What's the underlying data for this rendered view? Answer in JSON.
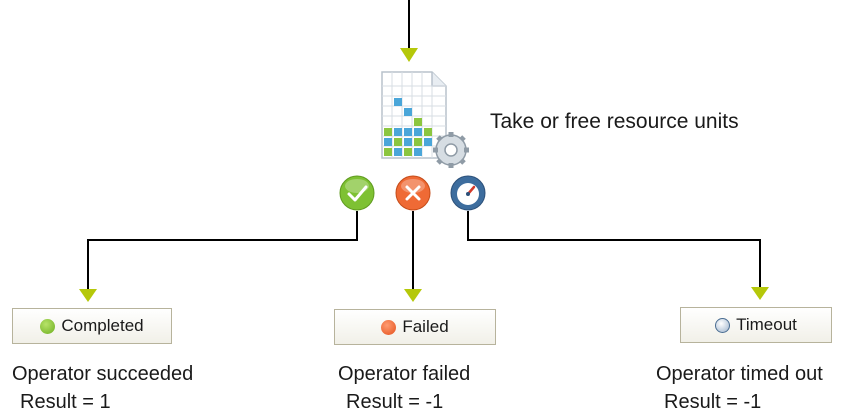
{
  "operator": {
    "label": "Take or free resource units",
    "icon": "resource-units-gear-icon"
  },
  "ports": [
    {
      "key": "completed",
      "icon": "check-icon",
      "color": "#7ec133"
    },
    {
      "key": "failed",
      "icon": "error-x-icon",
      "color": "#ef6a35"
    },
    {
      "key": "timeout",
      "icon": "gauge-icon",
      "color": "#5b82ad"
    }
  ],
  "outcomes": {
    "completed": {
      "box_label": "Completed",
      "description": "Operator succeeded",
      "result": "Result = 1"
    },
    "failed": {
      "box_label": "Failed",
      "description": "Operator failed",
      "result": "Result = -1"
    },
    "timeout": {
      "box_label": "Timeout",
      "description": "Operator timed out",
      "result": "Result = -1"
    }
  },
  "colors": {
    "connector": "#000000",
    "arrowhead": "#b5c80a",
    "box_border": "#b7b39c"
  }
}
